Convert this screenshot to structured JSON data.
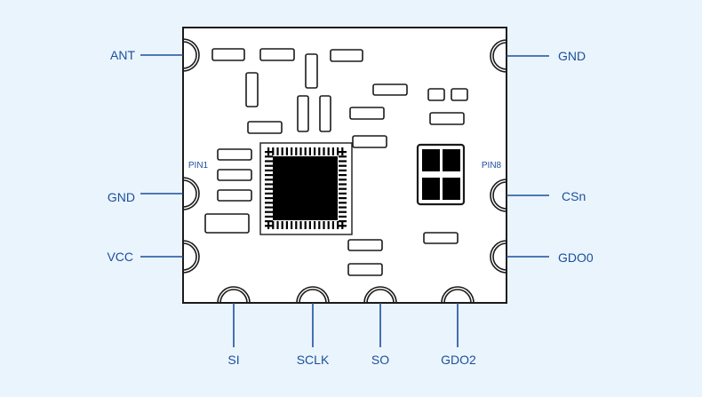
{
  "pins": {
    "ant": "ANT",
    "gnd_left": "GND",
    "vcc": "VCC",
    "gnd_right": "GND",
    "csn": "CSn",
    "gdo0": "GDO0",
    "si": "SI",
    "sclk": "SCLK",
    "so": "SO",
    "gdo2": "GDO2"
  },
  "pin_markers": {
    "pin1": "PIN1",
    "pin8": "PIN8"
  },
  "colors": {
    "background": "#eaf4fd",
    "labels": "#1b4f9c",
    "board_outline": "#1a1a1a",
    "board_fill": "#ffffff",
    "chip": "#000000"
  }
}
